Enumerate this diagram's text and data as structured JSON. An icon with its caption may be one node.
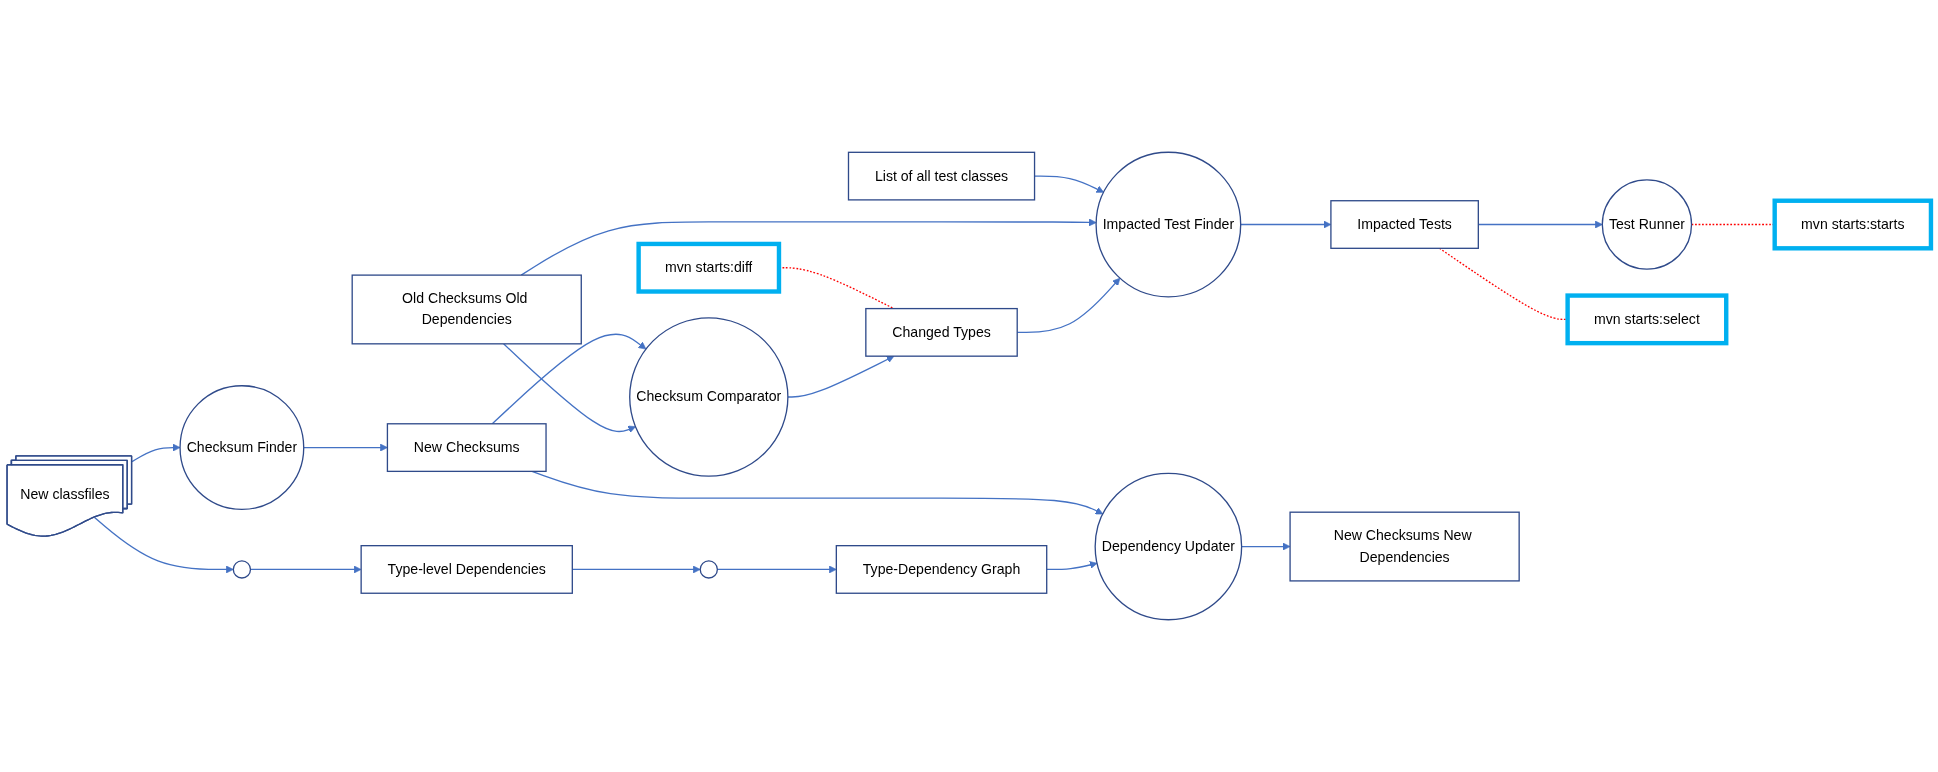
{
  "diagram": {
    "nodes": [
      {
        "text": [
          "mvn starts:diff"
        ]
      },
      {
        "text": [],
        "shape": "circle"
      },
      {
        "text": [],
        "shape": "circle"
      },
      {
        "text": [
          "Type-Dependency Graph"
        ]
      },
      {
        "text": [
          "Old Checksums Old Dependencies"
        ]
      },
      {
        "text": [
          "Checksum Comparator"
        ]
      },
      {
        "text": [
          "Changed Types"
        ]
      },
      {
        "text": [
          "Type-level Dependencies"
        ]
      },
      {
        "text": [
          "New classfiles"
        ]
      },
      {
        "text": [
          "Checksum Finder"
        ]
      },
      {
        "text": [
          "New Checksums"
        ]
      },
      {
        "text": [
          "Dependency Updater"
        ]
      },
      {
        "text": [
          "List of all test classes"
        ]
      },
      {
        "text": [
          "Impacted Test Finder"
        ]
      },
      {
        "text": [
          "Impacted Tests"
        ]
      },
      {
        "text": [
          "Test Runner"
        ]
      },
      {
        "text": [
          "New Checksums New Dependencies"
        ]
      },
      {
        "text": [
          "mvn starts:select"
        ]
      },
      {
        "text": [
          "mvn starts:starts"
        ]
      }
    ],
    "edges": [
      {
        "from": 8,
        "to": 1,
        "arrow": "to"
      },
      {
        "from": 5,
        "to": 6,
        "arrow": "to"
      },
      {
        "from": 4,
        "to": 5,
        "arrow": "to"
      },
      {
        "from": 6,
        "to": 13,
        "arrow": "to"
      },
      {
        "from": 1,
        "to": 7,
        "arrow": "to"
      },
      {
        "from": 7,
        "to": 2,
        "arrow": "to"
      },
      {
        "from": 2,
        "to": 3,
        "arrow": "to"
      },
      {
        "from": 3,
        "to": 11,
        "arrow": "to"
      },
      {
        "from": 10,
        "to": 5,
        "arrow": "to"
      },
      {
        "from": 8,
        "to": 9,
        "arrow": "to"
      },
      {
        "from": 9,
        "to": 10,
        "arrow": "to"
      },
      {
        "from": 10,
        "to": 11,
        "arrow": "to"
      },
      {
        "from": 4,
        "to": 13,
        "arrow": "to"
      },
      {
        "from": 12,
        "to": 13,
        "arrow": "to"
      },
      {
        "from": 13,
        "to": 14,
        "arrow": "to"
      },
      {
        "from": 14,
        "to": 15,
        "arrow": "to"
      },
      {
        "from": 11,
        "to": 16,
        "arrow": "to"
      },
      {
        "from": 0,
        "to": 6,
        "arrow": "none",
        "style": "dashed",
        "color": "#ff0000"
      },
      {
        "from": 14,
        "to": 17,
        "arrow": "none",
        "style": "dashed",
        "color": "#ff0000"
      },
      {
        "from": 15,
        "to": 18,
        "arrow": "none",
        "style": "dashed",
        "color": "#ff0000"
      }
    ]
  }
}
